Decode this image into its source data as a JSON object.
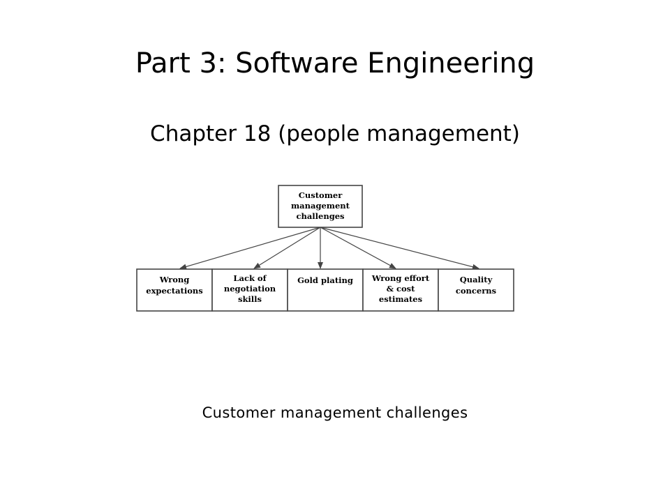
{
  "slide": {
    "title": "Part 3: Software Engineering",
    "subtitle": "Chapter 18 (people management)",
    "caption": "Customer management challenges"
  },
  "diagram": {
    "root": {
      "lines": [
        "Customer",
        "management",
        "challenges"
      ]
    },
    "children": [
      {
        "lines": [
          "Wrong",
          "expectations"
        ]
      },
      {
        "lines": [
          "Lack of",
          "negotiation",
          "skills"
        ]
      },
      {
        "lines": [
          "Gold plating"
        ]
      },
      {
        "lines": [
          "Wrong effort",
          "& cost",
          "estimates"
        ]
      },
      {
        "lines": [
          "Quality",
          "concerns"
        ]
      }
    ]
  }
}
